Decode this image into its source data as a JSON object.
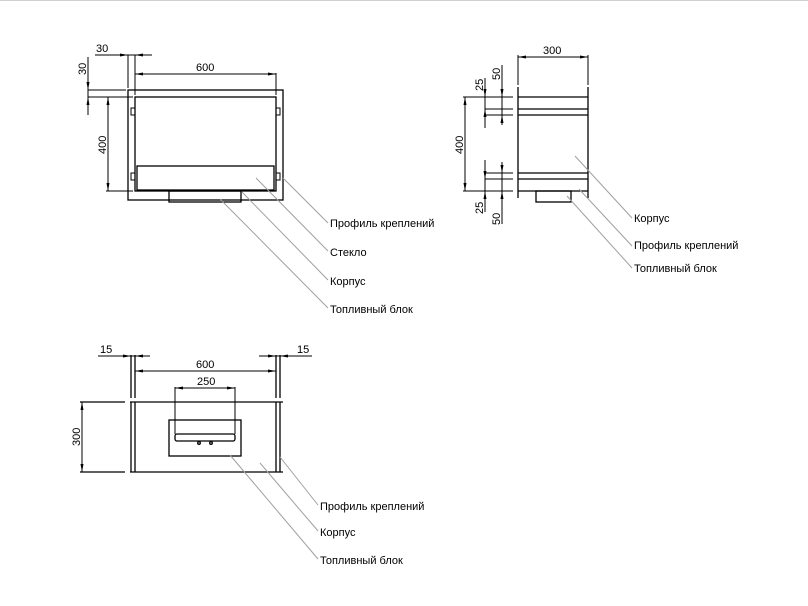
{
  "views": {
    "front": {
      "dimensions": {
        "frame_offset_h": "30",
        "frame_offset_v": "30",
        "width": "600",
        "height": "400"
      },
      "labels": [
        "Профиль креплений",
        "Стекло",
        "Корпус",
        "Топливный блок"
      ]
    },
    "side": {
      "dimensions": {
        "depth": "300",
        "height": "400",
        "top_profile_small": "25",
        "top_profile_large": "50",
        "bottom_profile_small": "25",
        "bottom_profile_large": "50"
      },
      "labels": [
        "Корпус",
        "Профиль креплений",
        "Топливный блок"
      ]
    },
    "top": {
      "dimensions": {
        "left_profile": "15",
        "right_profile": "15",
        "width": "600",
        "burner_width": "250",
        "depth": "300"
      },
      "labels": [
        "Профиль креплений",
        "Корпус",
        "Топливный блок"
      ]
    }
  }
}
